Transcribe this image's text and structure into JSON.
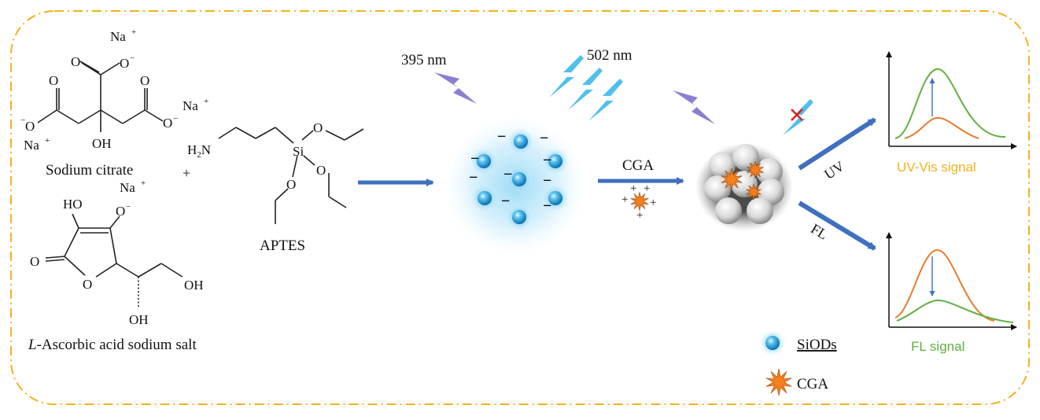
{
  "reagents": {
    "citrate": {
      "name": "Sodium citrate",
      "na_labels": [
        "Na",
        "Na",
        "Na"
      ],
      "na_charge": "+",
      "oxygen": "O",
      "anion_charge": "−",
      "hydroxyl": "OH"
    },
    "ascorbate": {
      "name_italic": "L",
      "name_rest": "-Ascorbic acid sodium salt",
      "na_label": "Na",
      "na_charge": "+",
      "ho_label": "HO",
      "o_label": "O",
      "anion_charge": "−",
      "ring_o": "O",
      "oh_label": "OH",
      "oh_bottom": "OH"
    },
    "plus_sign": "+",
    "aptes": {
      "name": "APTES",
      "amine_h": "H",
      "amine_sub": "2",
      "amine_n": "N",
      "si": "Si",
      "o": "O"
    }
  },
  "excitation": {
    "ex_label": "395 nm",
    "em_label": "502 nm"
  },
  "reaction": {
    "reagent_label": "CGA",
    "charge_plus": "+",
    "charge_minus": "−"
  },
  "outputs": {
    "uv_arrow_label": "UV",
    "fl_arrow_label": "FL",
    "uv_signal_label": "UV-Vis signal",
    "fl_signal_label": "FL signal"
  },
  "legend": {
    "siods": "SiODs",
    "cga": "CGA"
  },
  "colors": {
    "frame": "#f2b21d",
    "arrow_blue": "#3f6fbf",
    "lightning_cyan": "#4fc0ec",
    "lightning_violet": "#8a7fd1",
    "dot_blue": "#1496dc",
    "cga_orange": "#f47f1c",
    "curve_green": "#5fb040",
    "curve_orange": "#ea7a2e",
    "uv_label": "#f2b21d",
    "fl_label": "#5fb040",
    "cross_red": "#e02020"
  }
}
